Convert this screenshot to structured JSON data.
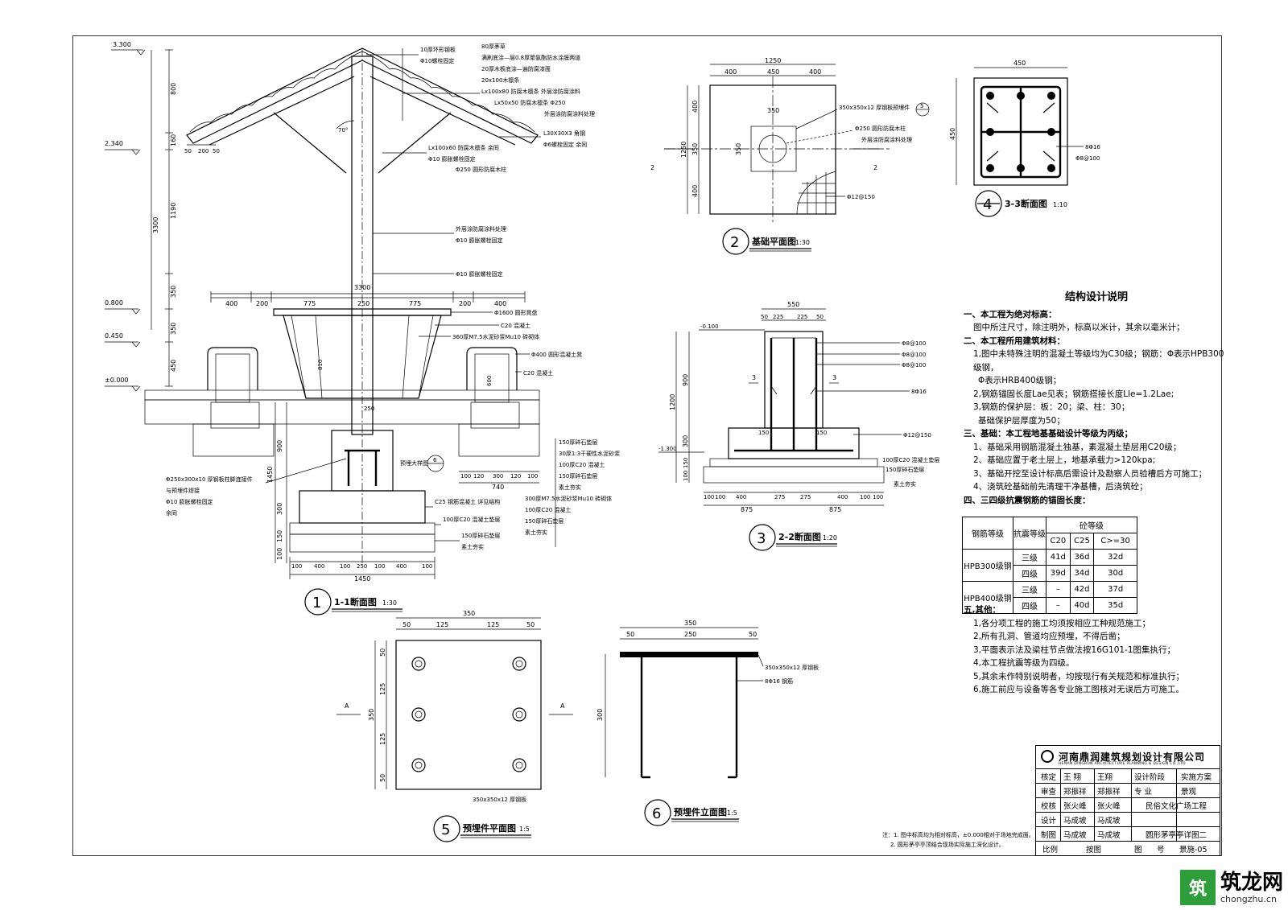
{
  "drawing": {
    "elev_labels": [
      "3.300",
      "2.340",
      "0.800",
      "0.450",
      "±0.000"
    ],
    "s1": {
      "title": "1-1断面图",
      "scale": "1:30",
      "no": "1",
      "left_dims": [
        "800",
        "160",
        "1190",
        "3300",
        "350",
        "350",
        "450",
        "900",
        "1450",
        "300",
        "150",
        "100"
      ],
      "top_callouts": [
        "10厚环形钢板",
        "Φ10螺栓固定",
        "80厚茅草",
        "满刷底涂—层0.8厚聚氨酯防水涂膜两道",
        "20厚木板底涂—遍防腐漆面",
        "20x100木檩条",
        "Lx100x80 防腐木檩条 外层涂防腐涂料",
        "Lx50x50 防腐木檩条 Φ250",
        "外层涂防腐涂料处理",
        "L30X30X3 角钢",
        "Φ6螺栓固定 余同",
        "Lx100x60 防腐木檩条 余同",
        "Φ10 膨胀螺栓固定",
        "Φ250 圆形防腐木柱",
        "外层涂防腐涂料处理",
        "Φ10 膨胀螺栓固定"
      ],
      "angle": "70°",
      "rafter_dims": [
        "50",
        "200",
        "50"
      ],
      "dim_3300": "3300",
      "seat_dims": [
        "400",
        "200",
        "775",
        "250",
        "775",
        "200",
        "400"
      ],
      "mid_callouts": [
        "Φ1600 圆形凳盘",
        "C20 混凝土",
        "360厚M7.5水泥砂浆Mu10 砖砌体",
        "Φ400 圆形混凝土凳",
        "C20 混凝土"
      ],
      "inner_dims": [
        "810",
        "600",
        "250"
      ],
      "bottom_callouts_right": [
        "150厚碎石垫层",
        "30厚1:3干硬性水泥砂浆",
        "100厚C20 混凝土",
        "150厚碎石垫层",
        "素土夯实",
        "300厚M7.5水泥砂浆Mu10 砖砌体",
        "100厚C20 混凝土",
        "150厚碎石垫层",
        "素土夯实",
        "C25 钢筋混凝土 详见结构",
        "100厚C20 混凝土垫层",
        "150厚碎石垫层",
        "素土夯实"
      ],
      "bottom_callouts_left": [
        "Φ250x300x10 厚钢板柱脚连接件",
        "与预埋件焊接",
        "Φ10 膨胀螺栓固定",
        "余同"
      ],
      "embed_note": "预埋大样图",
      "embed_ref": "6",
      "base_dims_a": [
        "100",
        "120",
        "300",
        "120",
        "100"
      ],
      "base_dim_a_total": "740",
      "base_dims_b": [
        "100",
        "400",
        "100",
        "250",
        "100",
        "400",
        "100"
      ],
      "base_total": "1450"
    },
    "s2": {
      "title": "基础平面图",
      "scale": "1:30",
      "no": "2",
      "top_dims": [
        "400",
        "450",
        "400"
      ],
      "top_total": "1250",
      "left_dims": [
        "400",
        "350",
        "400"
      ],
      "left_total": "1250",
      "inner_dim": "350",
      "inner_dim_v": "350",
      "callout1": "350x350x12 厚钢板预埋件",
      "callout1_ref": "5",
      "callout2": "Φ250 圆形防腐木柱",
      "callout3": "外层涂防腐涂料处理",
      "rebar": "Φ12@150",
      "cut_label": "2"
    },
    "s3": {
      "title": "2-2断面图",
      "scale": "1:20",
      "no": "3",
      "elev_top": "-0.100",
      "elev_bot": "-1.300",
      "top_total": "550",
      "top_dims": [
        "50",
        "225",
        "225",
        "50"
      ],
      "left_dims": [
        "1200",
        "900",
        "300",
        "150",
        "100"
      ],
      "callouts": [
        "Φ8@100",
        "Φ8@100",
        "Φ8@100",
        "8Φ16",
        "Φ12@150",
        "100厚C20 混凝土垫层",
        "150厚碎石垫层",
        "素土夯实"
      ],
      "dim_150": "150",
      "dim_150b": "150",
      "bot_dims": [
        "100",
        "100",
        "400",
        "275",
        "275",
        "400",
        "100",
        "100"
      ],
      "bot_half": [
        "875",
        "875"
      ],
      "cut_label": "3"
    },
    "s4": {
      "title": "3-3断面图",
      "scale": "1:10",
      "no": "4",
      "top_dim": "450",
      "left_dim": "450",
      "rebar_main": "8Φ16",
      "rebar_stirrup": "Φ8@100"
    },
    "s5": {
      "title": "预埋件平面图",
      "scale": "1:5",
      "no": "5",
      "top_total": "350",
      "top_dims": [
        "50",
        "125",
        "125",
        "50"
      ],
      "left_dims": [
        "50",
        "125",
        "125",
        "50"
      ],
      "left_total": "350",
      "plate_note": "350x350x12 厚钢板",
      "cut_label": "A"
    },
    "s6": {
      "title": "预埋件立面图",
      "scale": "1:5",
      "no": "6",
      "top_total": "350",
      "dims_b": [
        "50",
        "250",
        "50"
      ],
      "height": "300",
      "callout1": "350x350x12 厚钢板",
      "callout2": "8Φ16 钢筋"
    }
  },
  "spec": {
    "title": "结构设计说明",
    "lines": [
      {
        "t": "一、本工程为绝对标高：",
        "cls": "b"
      },
      {
        "t": "图中所注尺寸，除注明外，标高以米计，其余以毫米计；",
        "cls": "i1"
      },
      {
        "t": "二、本工程所用建筑材料：",
        "cls": "b"
      },
      {
        "t": "1,图中未特殊注明的混凝土等级均为C30级；钢筋：Φ表示HPB300级钢，",
        "cls": "i1"
      },
      {
        "t": "Φ表示HRB400级钢；",
        "cls": "i2"
      },
      {
        "t": "2,钢筋锚固长度Lae见表；钢筋搭接长度Lle=1.2Lae;",
        "cls": "i1"
      },
      {
        "t": "3,钢筋的保护层：板：20；梁、柱：30；",
        "cls": "i1"
      },
      {
        "t": "基础保护层厚度为50；",
        "cls": "i2"
      },
      {
        "t": "三、基础：本工程地基基础设计等级为丙级；",
        "cls": "b"
      },
      {
        "t": "1、基础采用钢筋混凝土独基，素混凝土垫层用C20级；",
        "cls": "i1"
      },
      {
        "t": "2、基础应置于老土层上，地基承载力>120kpa;",
        "cls": "i1"
      },
      {
        "t": "3、基础开挖至设计标高后需设计及勘察人员验槽后方可施工；",
        "cls": "i1"
      },
      {
        "t": "4、浇筑砼基础前先清理干净基槽，后浇筑砼；",
        "cls": "i1"
      },
      {
        "t": "四、三四级抗震钢筋的锚固长度：",
        "cls": "b"
      }
    ],
    "table": {
      "h_grade": "钢筋等级",
      "h_seismic": "抗震等级",
      "h_concrete": "砼等级",
      "cols": [
        "C20",
        "C25",
        "C>=30"
      ],
      "rows": [
        {
          "grade": "HPB300级钢",
          "level": "三级",
          "v": [
            "41d",
            "36d",
            "32d"
          ]
        },
        {
          "grade": "",
          "level": "四级",
          "v": [
            "39d",
            "34d",
            "30d"
          ]
        },
        {
          "grade": "HPB400级钢",
          "level": "三级",
          "v": [
            "–",
            "42d",
            "37d"
          ]
        },
        {
          "grade": "",
          "level": "四级",
          "v": [
            "–",
            "40d",
            "35d"
          ]
        }
      ]
    },
    "lines2": [
      {
        "t": "五,其他：",
        "cls": "b"
      },
      {
        "t": "1,各分项工程的施工均须按相应工种规范施工；",
        "cls": "i1"
      },
      {
        "t": "2,所有孔洞、管道均应预埋，不得后凿；",
        "cls": "i1"
      },
      {
        "t": "3,平面表示法及梁柱节点做法按16G101-1图集执行；",
        "cls": "i1"
      },
      {
        "t": "4,本工程抗震等级为四级。",
        "cls": "i1"
      },
      {
        "t": "5,其余未作特别说明者，均按现行有关规范和标准执行；",
        "cls": "i1"
      },
      {
        "t": "6,施工前应与设备等各专业施工图核对无误后方可施工。",
        "cls": "i1"
      }
    ]
  },
  "footnote": [
    "注：1. 图中标高均为相对标高，±0.000相对于场地完成面。",
    "2. 圆形茅亭亭顶结合现场实际施工深化设计。"
  ],
  "titleblock": {
    "company": "河南鼎润建筑规划设计有限公司",
    "company_en": "HENAN DINGRUN ARCHITECTURE PLANNING & DESIGN CO.,LTD",
    "rows": [
      {
        "k": "核定",
        "n": "王  翔",
        "sig": "王翔",
        "k2": "设计阶段",
        "v2": "实施方案"
      },
      {
        "k": "审查",
        "n": "郑振祥",
        "sig": "郑振祥",
        "k2": "专    业",
        "v2": "景观"
      },
      {
        "k": "校核",
        "n": "张火峰",
        "sig": "张火峰",
        "v2": "民俗文化广场工程"
      },
      {
        "k": "设计",
        "n": "马成坡",
        "sig": "马成坡",
        "v2": ""
      },
      {
        "k": "制图",
        "n": "马成坡",
        "sig": "马成坡",
        "v2": "圆形茅亭亭详图二"
      }
    ],
    "foot": [
      "比例",
      "按图",
      "图",
      "号",
      "景施-05"
    ]
  },
  "watermark": {
    "logo_char": "筑",
    "cn": "筑龙网",
    "url": "chongzhu.cn"
  }
}
